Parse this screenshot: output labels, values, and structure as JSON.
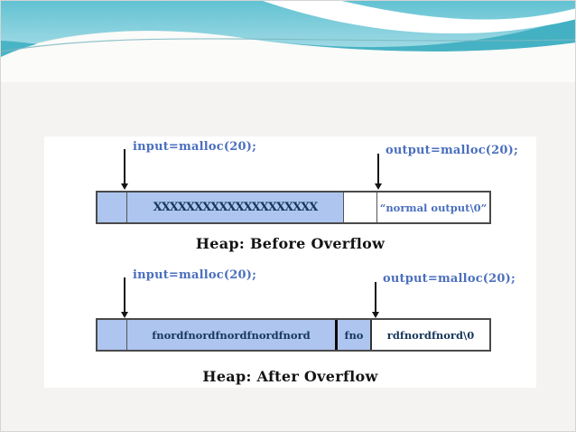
{
  "slide": {
    "colors": {
      "background": "#f4f3f1",
      "panel": "#ffffff",
      "band_teal": "#62c2d2",
      "band_teal_light": "#a8dde7",
      "band_teal_dark": "#3cadc0",
      "bar_fill_blue": "#adc5ef",
      "bar_border": "#4a4a4a",
      "label_blue": "#4a6fbe",
      "text_navy": "#17365d",
      "title_black": "#141414"
    }
  },
  "diagrams": [
    {
      "title": "Heap: Before Overflow",
      "input_label": "input=malloc(20);",
      "output_label": "output=malloc(20);",
      "segments": [
        {
          "text": ""
        },
        {
          "text": "XXXXXXXXXXXXXXXXXXXX"
        },
        {
          "text": ""
        },
        {
          "text": "“normal output\\0”"
        }
      ]
    },
    {
      "title": "Heap: After Overflow",
      "input_label": "input=malloc(20);",
      "output_label": "output=malloc(20);",
      "segments": [
        {
          "text": ""
        },
        {
          "text": "fnordfnordfnordfnordfnord"
        },
        {
          "text": "fno"
        },
        {
          "text": "rdfnordfnord\\0"
        }
      ]
    }
  ]
}
